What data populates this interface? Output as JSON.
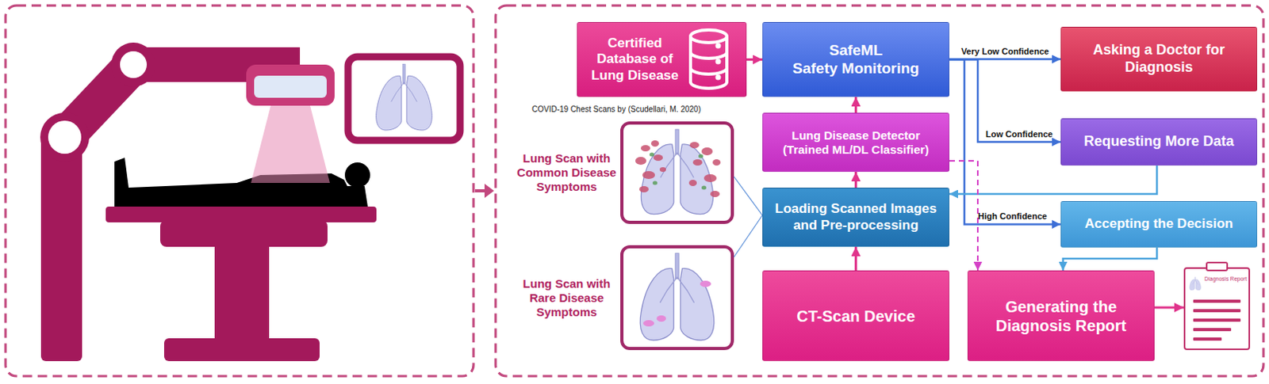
{
  "diagram": {
    "nodes": [
      {
        "text": [
          "Certified Database of Lung Disease"
        ]
      },
      {
        "text": [
          "SafeML",
          "Safety Monitoring"
        ]
      },
      {
        "text": [
          "Asking a Doctor for Diagnosis"
        ]
      },
      {
        "text": [
          "Lung Disease Detector (Trained ML/DL Classifier)"
        ]
      },
      {
        "text": [
          "Requesting More Data"
        ]
      },
      {
        "text": [
          "Lung Scan with Common Disease Symptoms"
        ]
      },
      {
        "text": [
          "Loading Scanned Images and Pre-processing"
        ]
      },
      {
        "text": [
          "Accepting the Decision"
        ]
      },
      {
        "text": [
          "Lung Scan with Rare Disease Symptoms"
        ]
      },
      {
        "text": [
          "CT-Scan Device"
        ]
      },
      {
        "text": [
          "Generating the Diagnosis Report"
        ]
      },
      {
        "text": [
          "Diagnosis Report"
        ]
      }
    ],
    "edges": [
      {
        "from": 0,
        "to": 1,
        "arrow": "to"
      },
      {
        "from": 3,
        "to": 1,
        "arrow": "to"
      },
      {
        "from": 6,
        "to": 3,
        "arrow": "to"
      },
      {
        "from": 9,
        "to": 6,
        "arrow": "to"
      },
      {
        "from": 5,
        "to": 6,
        "arrow": "none"
      },
      {
        "from": 8,
        "to": 6,
        "arrow": "none"
      },
      {
        "from": 1,
        "to": 2,
        "label": "Very Low Confidence",
        "arrow": "to"
      },
      {
        "from": 1,
        "to": 4,
        "label": "Low Confidence",
        "arrow": "to"
      },
      {
        "from": 1,
        "to": 7,
        "label": "High Confidence",
        "arrow": "to"
      },
      {
        "from": 4,
        "to": 6,
        "arrow": "to"
      },
      {
        "from": 7,
        "to": 10,
        "arrow": "to"
      },
      {
        "from": 3,
        "to": 10,
        "arrow": "to"
      },
      {
        "from": 10,
        "to": 11,
        "arrow": "to"
      }
    ],
    "labels": [
      "COVID-19 Chest Scans by (Scudellari, M. 2020)"
    ]
  }
}
